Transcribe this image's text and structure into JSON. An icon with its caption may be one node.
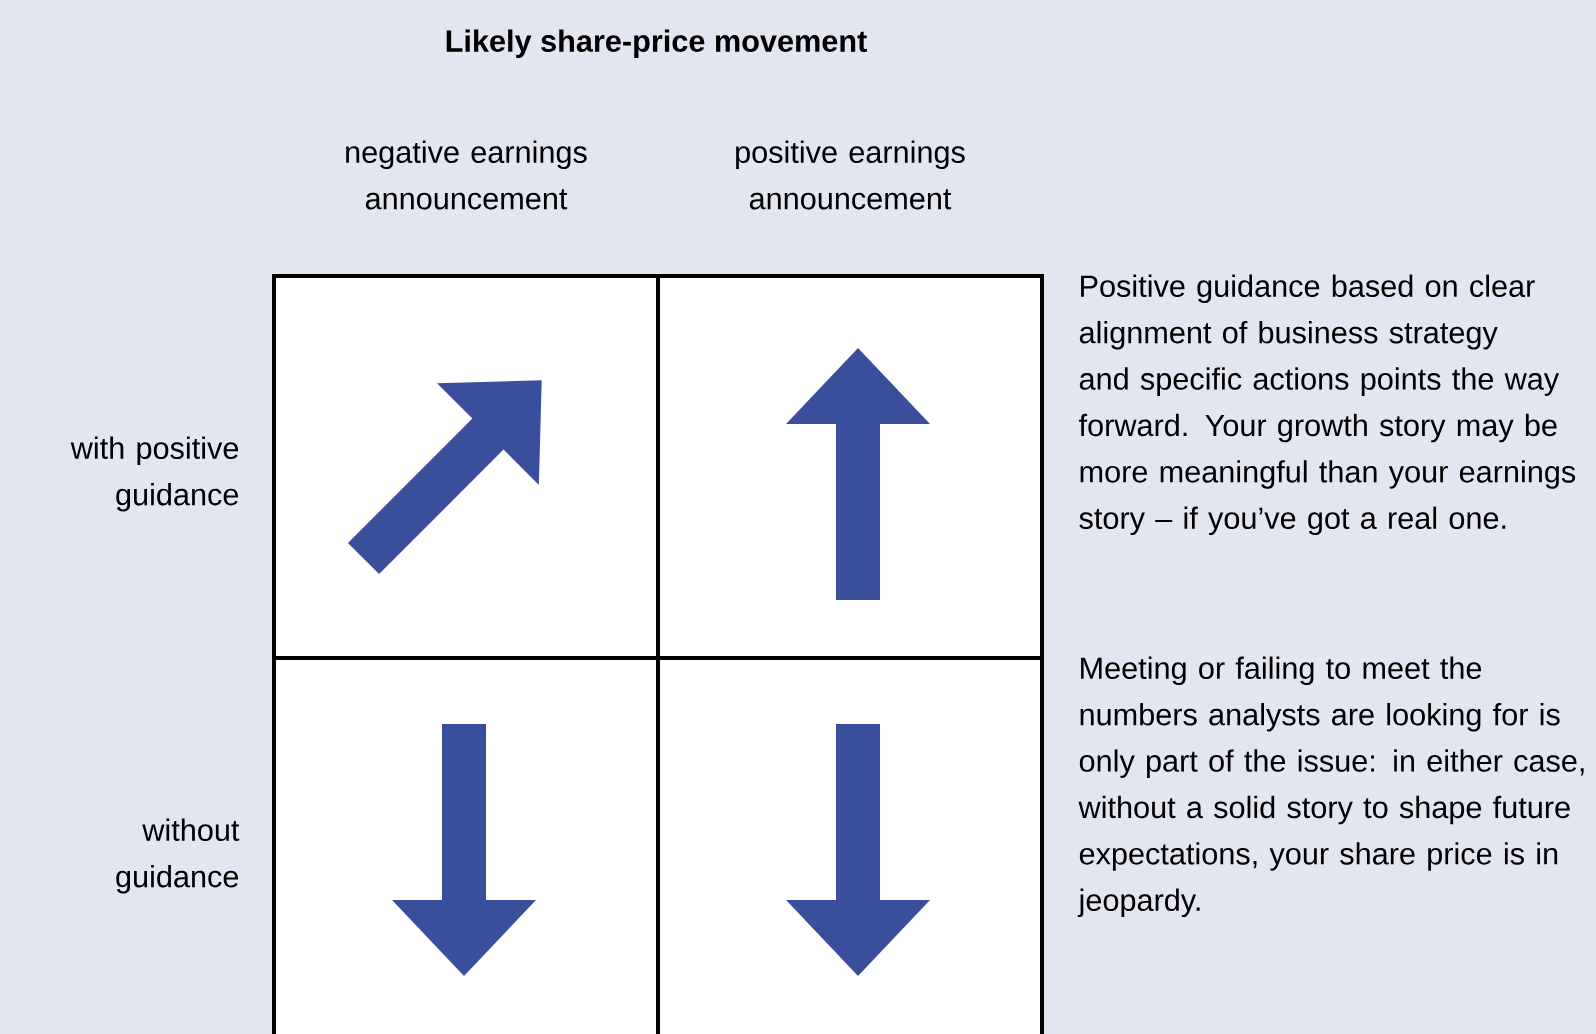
{
  "diagram": {
    "title": "Likely share-price movement",
    "labels": [
      "negative earnings announcement",
      "positive earnings announcement",
      "with positive guidance",
      "without guidance",
      "Positive guidance based on clear alignment of business strategy and specific actions points the way forward. Your growth story may be more meaningful than your earnings story – if you’ve got a real one.",
      "Meeting or failing to meet the numbers analysts are looking for is only part of the issue: in either case, without a solid story to shape future expectations, your share price is in jeopardy."
    ]
  }
}
